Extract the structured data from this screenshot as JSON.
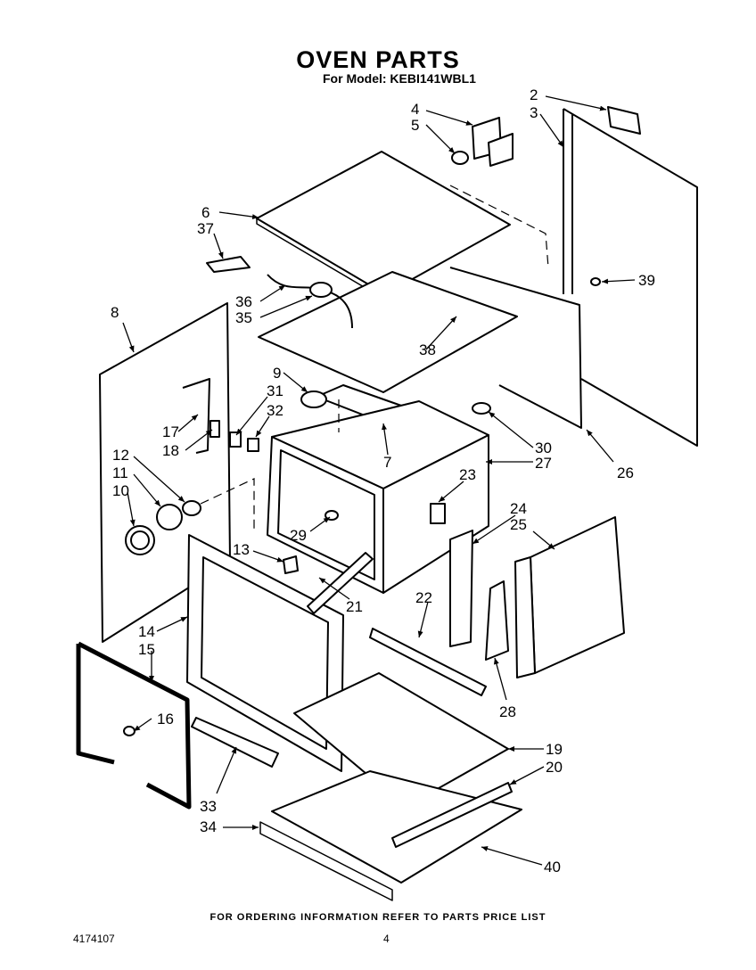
{
  "header": {
    "title": "OVEN PARTS",
    "model_line": "For Model: KEBI141WBL1"
  },
  "footer": {
    "note": "FOR ORDERING INFORMATION REFER TO PARTS PRICE LIST",
    "document_number": "4174107",
    "page_number": "4"
  },
  "callouts": [
    {
      "id": "c1",
      "text": "2"
    },
    {
      "id": "c2",
      "text": "3"
    },
    {
      "id": "c3",
      "text": "4"
    },
    {
      "id": "c4",
      "text": "5"
    },
    {
      "id": "c5",
      "text": "6"
    },
    {
      "id": "c6",
      "text": "37"
    },
    {
      "id": "c7",
      "text": "36"
    },
    {
      "id": "c8",
      "text": "35"
    },
    {
      "id": "c9",
      "text": "8"
    },
    {
      "id": "c10",
      "text": "9"
    },
    {
      "id": "c11",
      "text": "31"
    },
    {
      "id": "c12",
      "text": "32"
    },
    {
      "id": "c13",
      "text": "17"
    },
    {
      "id": "c14",
      "text": "18"
    },
    {
      "id": "c15",
      "text": "12"
    },
    {
      "id": "c16",
      "text": "11"
    },
    {
      "id": "c17",
      "text": "10"
    },
    {
      "id": "c18",
      "text": "38"
    },
    {
      "id": "c19",
      "text": "39"
    },
    {
      "id": "c20",
      "text": "7"
    },
    {
      "id": "c21",
      "text": "30"
    },
    {
      "id": "c22",
      "text": "27"
    },
    {
      "id": "c23",
      "text": "26"
    },
    {
      "id": "c24",
      "text": "23"
    },
    {
      "id": "c25",
      "text": "24"
    },
    {
      "id": "c26",
      "text": "25"
    },
    {
      "id": "c27",
      "text": "29"
    },
    {
      "id": "c28",
      "text": "13"
    },
    {
      "id": "c29",
      "text": "21"
    },
    {
      "id": "c30",
      "text": "22"
    },
    {
      "id": "c31",
      "text": "14"
    },
    {
      "id": "c32",
      "text": "15"
    },
    {
      "id": "c33",
      "text": "16"
    },
    {
      "id": "c34",
      "text": "28"
    },
    {
      "id": "c35",
      "text": "19"
    },
    {
      "id": "c36",
      "text": "20"
    },
    {
      "id": "c37",
      "text": "33"
    },
    {
      "id": "c38",
      "text": "34"
    },
    {
      "id": "c39",
      "text": "40"
    }
  ]
}
